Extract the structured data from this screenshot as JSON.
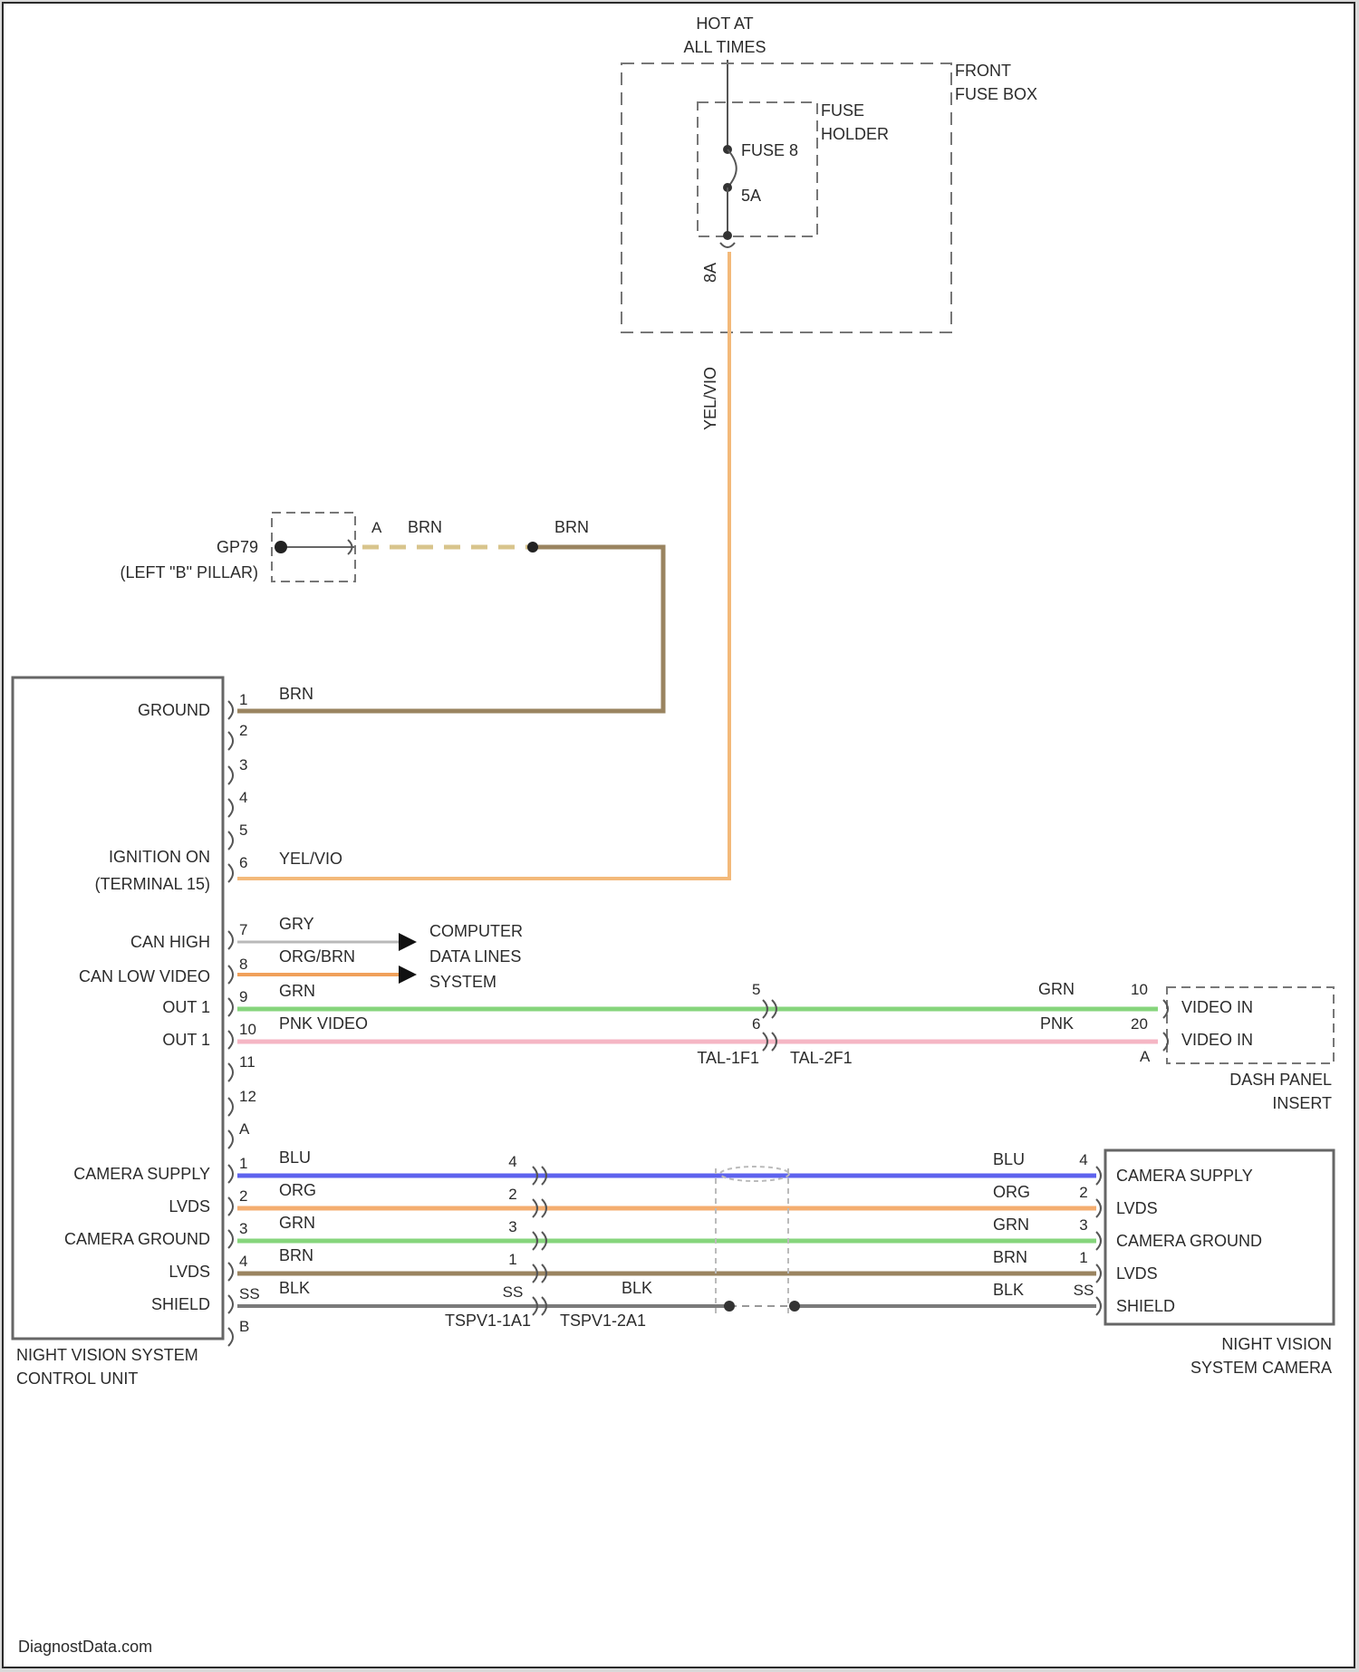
{
  "power": {
    "source_line1": "HOT AT",
    "source_line2": "ALL TIMES",
    "front_fuse_box_line1": "FRONT",
    "front_fuse_box_line2": "FUSE BOX",
    "fuse_holder_line1": "FUSE",
    "fuse_holder_line2": "HOLDER",
    "fuse_name": "FUSE 8",
    "fuse_rating": "5A",
    "fuse_pin": "8A",
    "feed_wire": "YEL/VIO"
  },
  "ground_point": {
    "name": "GP79",
    "location": "(LEFT \"B\" PILLAR)",
    "pin": "A",
    "wire1": "BRN",
    "wire2": "BRN"
  },
  "control_unit": {
    "name_line1": "NIGHT VISION SYSTEM",
    "name_line2": "CONTROL UNIT",
    "labels": {
      "ground": "GROUND",
      "ignition1": "IGNITION ON",
      "ignition2": "(TERMINAL 15)",
      "can_high": "CAN HIGH",
      "can_low_video": "CAN LOW VIDEO",
      "out1a": "OUT 1",
      "out1b": "OUT 1",
      "camera_supply": "CAMERA SUPPLY",
      "lvds_pos": "LVDS",
      "camera_ground": "CAMERA GROUND",
      "lvds_neg": "LVDS",
      "shield": "SHIELD"
    },
    "pins": [
      "1",
      "2",
      "3",
      "4",
      "5",
      "6",
      "7",
      "8",
      "9",
      "10",
      "11",
      "12",
      "A",
      "1",
      "2",
      "3",
      "4",
      "SS",
      "B"
    ],
    "wires": {
      "p1": "BRN",
      "p6": "YEL/VIO",
      "p7": "GRY",
      "p8": "ORG/BRN",
      "p9": "GRN",
      "p10": "PNK VIDEO",
      "c1": "BLU",
      "c2": "ORG",
      "c3": "GRN",
      "c4": "BRN",
      "css": "BLK"
    }
  },
  "computer_data_lines": {
    "line1": "COMPUTER",
    "line2": "DATA LINES",
    "line3": "SYSTEM"
  },
  "dash_panel": {
    "name_line1": "DASH PANEL",
    "name_line2": "INSERT",
    "video_in1": "VIDEO IN",
    "video_in2": "VIDEO IN",
    "pin_top": "10",
    "pin_mid": "20",
    "pin_a": "A",
    "wire_grn": "GRN",
    "wire_pnk": "PNK"
  },
  "inline_connector_tal": {
    "pin5": "5",
    "pin6": "6",
    "left": "TAL-1F1",
    "right": "TAL-2F1"
  },
  "inline_connector_tspv": {
    "pins": [
      "4",
      "2",
      "3",
      "1",
      "SS"
    ],
    "left": "TSPV1-1A1",
    "right": "TSPV1-2A1",
    "wire_blk": "BLK"
  },
  "camera": {
    "name_line1": "NIGHT VISION",
    "name_line2": "SYSTEM CAMERA",
    "labels": [
      "CAMERA SUPPLY",
      "LVDS",
      "CAMERA GROUND",
      "LVDS",
      "SHIELD"
    ],
    "pins": [
      "4",
      "2",
      "3",
      "1",
      "SS"
    ],
    "wires": [
      "BLU",
      "ORG",
      "GRN",
      "BRN",
      "BLK"
    ]
  },
  "colors": {
    "BRN": "#9a8460",
    "YEL_VIO": "#f3b97a",
    "GRY": "#b9b9b9",
    "ORG_BRN": "#f0a05a",
    "GRN": "#86d57c",
    "PNK": "#f5b6c4",
    "BLU": "#5e63ee",
    "ORG": "#f4ae70",
    "BLK": "#7a7a7a"
  },
  "footer": "DiagnostData.com"
}
